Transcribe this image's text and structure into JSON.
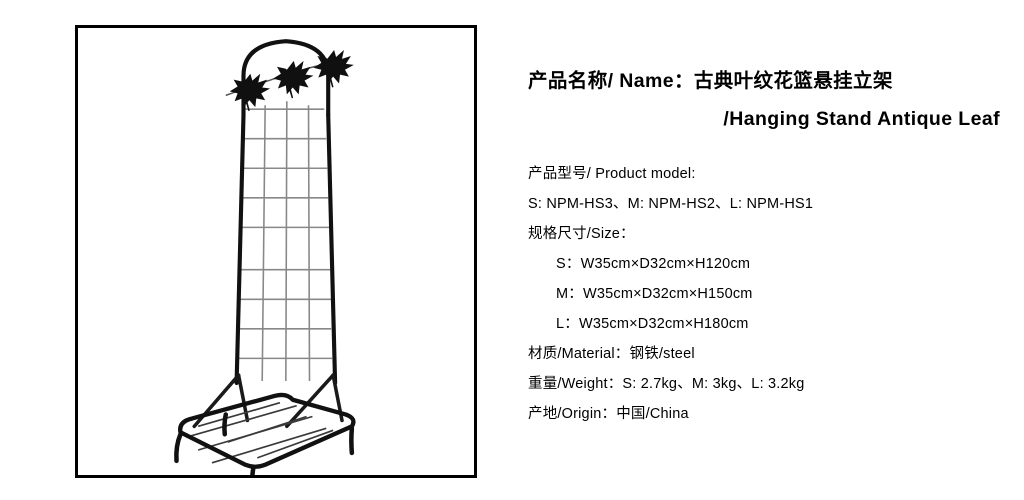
{
  "product_image": {
    "alt_name": "古典叶纹花篮悬挂立架 hanging plant stand illustration",
    "description": "Black metal arched trellis plant stand with three leaf ornaments and grid base",
    "frame_color": "#000000",
    "background_color": "#ffffff"
  },
  "spec": {
    "title_line_1": "产品名称/ Name：古典叶纹花篮悬挂立架",
    "title_line_2": "/Hanging Stand Antique Leaf",
    "lines": [
      {
        "text": "产品型号/ Product model:",
        "indent": false
      },
      {
        "text": "S: NPM-HS3、M: NPM-HS2、L: NPM-HS1",
        "indent": false
      },
      {
        "text": "规格尺寸/Size：",
        "indent": false
      },
      {
        "text": "S：W35cm×D32cm×H120cm",
        "indent": true
      },
      {
        "text": "M：W35cm×D32cm×H150cm",
        "indent": true
      },
      {
        "text": "L：W35cm×D32cm×H180cm",
        "indent": true
      },
      {
        "text": "材质/Material：钢铁/steel",
        "indent": false
      },
      {
        "text": "重量/Weight：S: 2.7kg、M: 3kg、L: 3.2kg",
        "indent": false
      },
      {
        "text": "产地/Origin：中国/China",
        "indent": false
      }
    ]
  }
}
